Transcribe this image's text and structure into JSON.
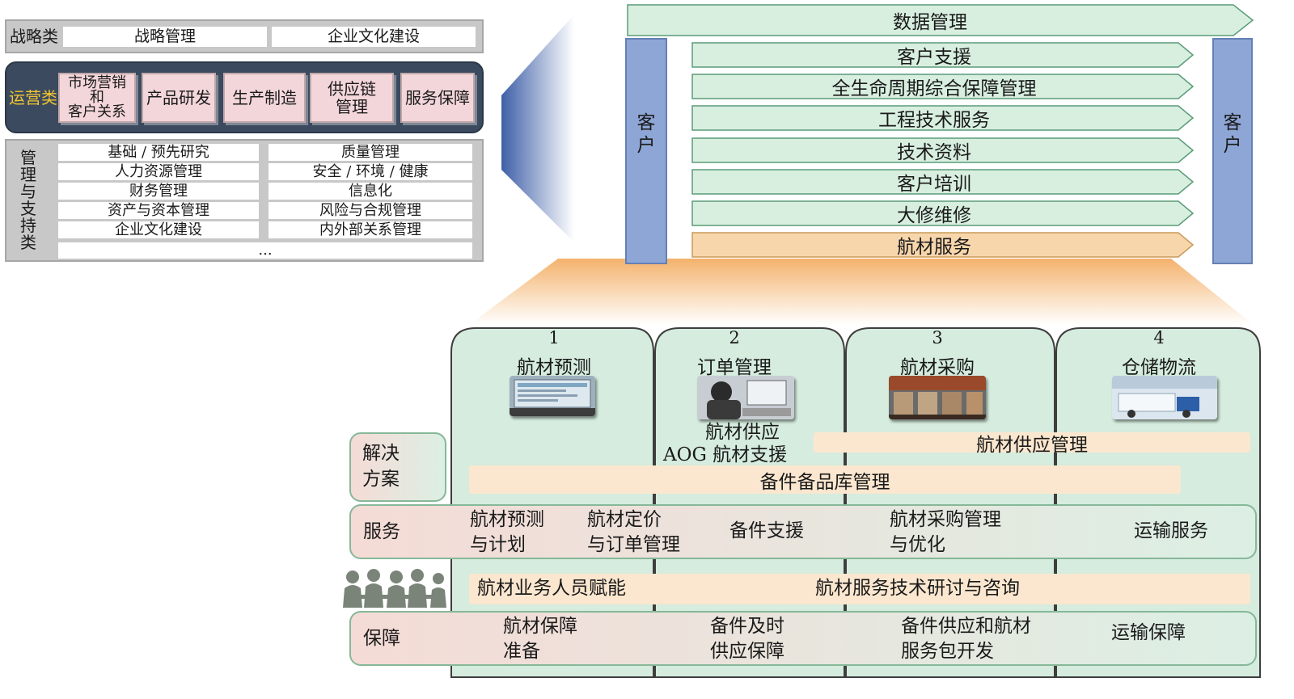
{
  "framework": {
    "strategy": {
      "label": "战略类",
      "items": [
        "战略管理",
        "企业文化建设"
      ]
    },
    "operations": {
      "label": "运营类",
      "items": [
        {
          "lines": [
            "市场营销",
            "和",
            "客户关系"
          ]
        },
        {
          "lines": [
            "产品研发"
          ]
        },
        {
          "lines": [
            "生产制造"
          ]
        },
        {
          "lines": [
            "供应链",
            "管理"
          ]
        },
        {
          "lines": [
            "服务保障"
          ]
        }
      ]
    },
    "management": {
      "label": "管理与支持类",
      "left_items": [
        "基础 / 预先研究",
        "人力资源管理",
        "财务管理",
        "资产与资本管理",
        "企业文化建设"
      ],
      "right_items": [
        "质量管理",
        "安全 / 环境 / 健康",
        "信息化",
        "风险与合规管理",
        "内外部关系管理"
      ],
      "more": "..."
    }
  },
  "value_chain": {
    "data_management": "数据管理",
    "customer_left": "客户",
    "customer_right": "客户",
    "services": [
      "客户支援",
      "全生命周期综合保障管理",
      "工程技术服务",
      "技术资料",
      "客户培训",
      "大修维修",
      "航材服务"
    ],
    "highlight_index": 6,
    "colors": {
      "service_fill": "#d8efe0",
      "highlight_fill": "#f8d6ac",
      "customer_fill": "#8ea6d6"
    }
  },
  "solution": {
    "columns": [
      {
        "number": "1",
        "title": "航材预测"
      },
      {
        "number": "2",
        "title": "订单管理"
      },
      {
        "number": "3",
        "title": "航材采购"
      },
      {
        "number": "4",
        "title": "仓储物流"
      }
    ],
    "row_labels": {
      "solution": "解决方案",
      "service": "服务",
      "support": "保障"
    },
    "solution_row": {
      "supply_lines": [
        "航材供应",
        "AOG 航材支援"
      ],
      "supply_management": "航材供应管理",
      "inventory_management": "备件备品库管理"
    },
    "service_row": [
      [
        "航材预测",
        "与计划"
      ],
      [
        "航材定价",
        "与订单管理"
      ],
      [
        "备件支援"
      ],
      [
        "航材采购管理",
        "与优化"
      ],
      [
        "运输服务"
      ]
    ],
    "people_row": {
      "left": "航材业务人员赋能",
      "right": "航材服务技术研讨与咨询"
    },
    "support_row": [
      [
        "航材保障",
        "准备"
      ],
      [
        "备件及时",
        "供应保障"
      ],
      [
        "备件供应和航材",
        "服务包开发"
      ],
      [
        "运输保障"
      ]
    ],
    "icons": [
      "people-silhouette-icon"
    ]
  }
}
